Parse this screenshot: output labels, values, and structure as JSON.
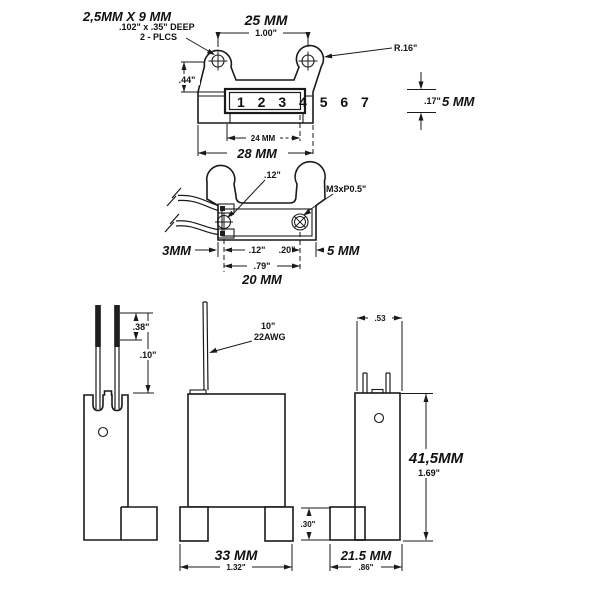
{
  "top_view": {
    "slot_note1": "2,5MM  X  9 MM",
    "slot_note2": ".102\"  x  .35\"  DEEP",
    "slot_note3": "2  -  PLCS",
    "hole_span_mm": "25 MM",
    "hole_span_in": "1.00\"",
    "hole_offset_in": ".44\"",
    "tab_radius": "R.16\"",
    "terminal_numbers": "1 2 3 4 5 6 7",
    "strip_height_in": ".17\"",
    "strip_height_mm": "5 MM",
    "inner_width_mm": "24 MM",
    "outer_width_mm": "28 MM"
  },
  "side_view": {
    "hole_dia_in": ".12\"",
    "thread_spec": "M3xP0.5\"",
    "offset_mm": "3MM",
    "offset_in": ".12\"",
    "edge_in": ".20\"",
    "edge_mm": "5 MM",
    "hole_span_in": ".79\"",
    "hole_span_mm": "20 MM"
  },
  "front_views": {
    "tip_len_in": ".38\"",
    "wire_exposed_in": ".10\"",
    "wire_note1": "10\"",
    "wire_note2": "22AWG",
    "top_width_in": ".53",
    "height_mm": "41,5MM",
    "height_in": "1.69\"",
    "foot_height_in": ".30\"",
    "body_width_mm": "33 MM",
    "body_width_in": "1.32\"",
    "depth_mm": "21.5 MM",
    "depth_in": ".86\""
  }
}
